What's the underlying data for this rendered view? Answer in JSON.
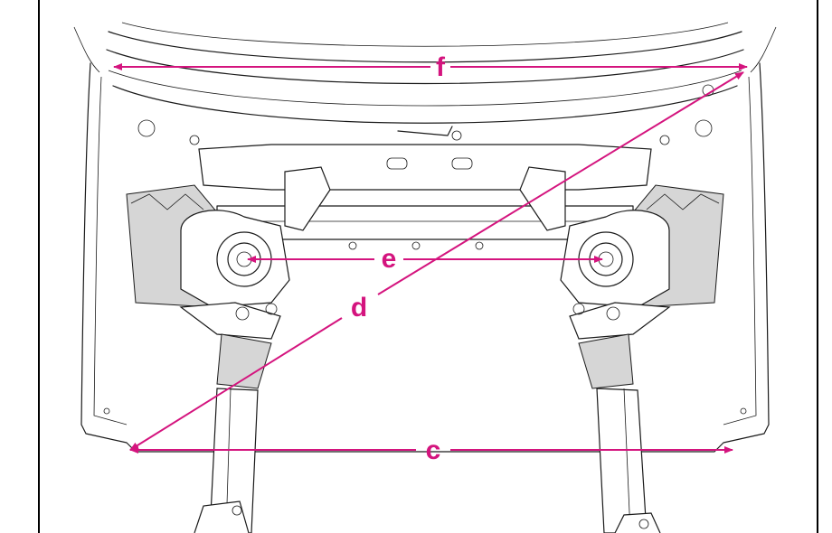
{
  "labels": {
    "f": "f",
    "e": "e",
    "d": "d",
    "c": "c"
  },
  "colors": {
    "dimension_line": "#d4147e",
    "outline": "#1a1a1a",
    "shade": "#d6d6d6"
  }
}
